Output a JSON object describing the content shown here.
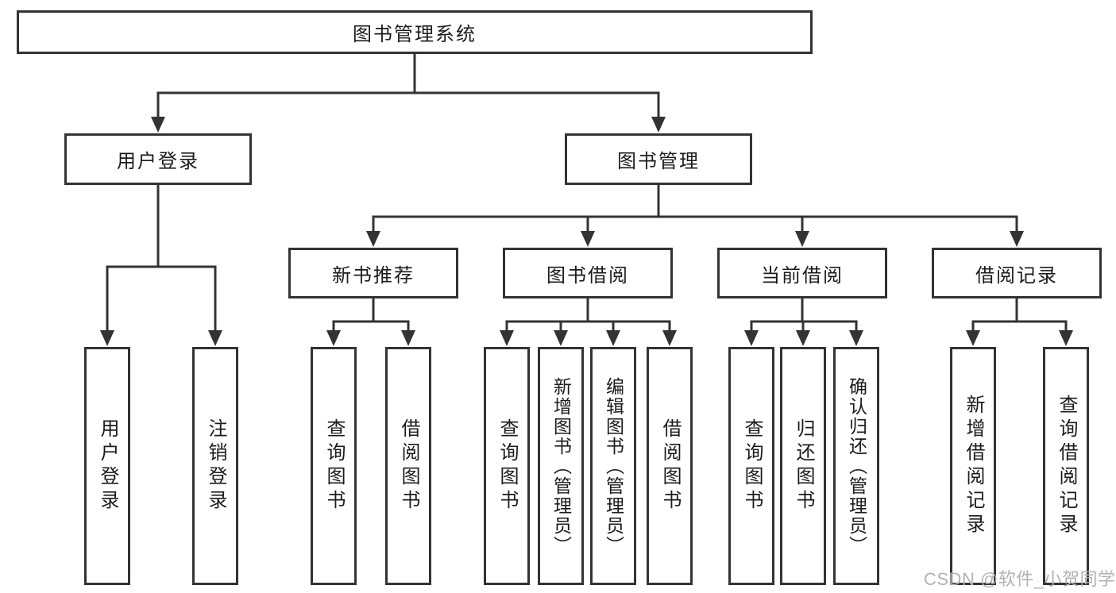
{
  "colors": {
    "line": "#333333",
    "box_border": "#333333",
    "text": "#1b1b1b",
    "watermark": "#b2b2b2",
    "background": "#ffffff"
  },
  "tree": {
    "label": "图书管理系统",
    "children": [
      {
        "label": "用户登录",
        "children": [
          {
            "label": "用户登录"
          },
          {
            "label": "注销登录"
          }
        ]
      },
      {
        "label": "图书管理",
        "children": [
          {
            "label": "新书推荐",
            "children": [
              {
                "label": "查询图书"
              },
              {
                "label": "借阅图书"
              }
            ]
          },
          {
            "label": "图书借阅",
            "children": [
              {
                "label": "查询图书"
              },
              {
                "label": "新增图书（管理员）"
              },
              {
                "label": "编辑图书（管理员）"
              },
              {
                "label": "借阅图书"
              }
            ]
          },
          {
            "label": "当前借阅",
            "children": [
              {
                "label": "查询图书"
              },
              {
                "label": "归还图书"
              },
              {
                "label": "确认归还（管理员）"
              }
            ]
          },
          {
            "label": "借阅记录",
            "children": [
              {
                "label": "新增借阅记录"
              },
              {
                "label": "查询借阅记录"
              }
            ]
          }
        ]
      }
    ]
  },
  "watermark": {
    "text": "CSDN @软件_小贺同学"
  }
}
